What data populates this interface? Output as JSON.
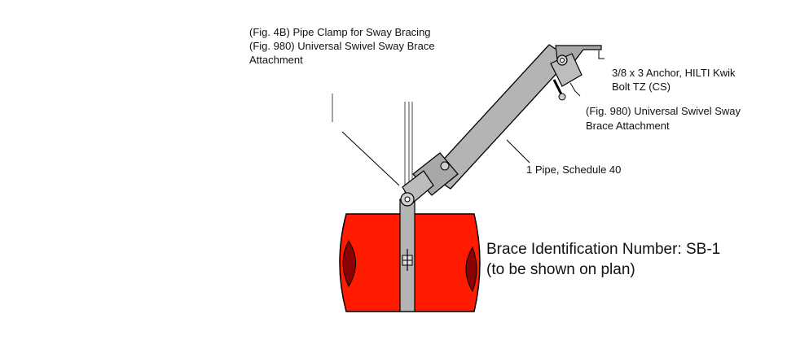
{
  "labels": {
    "clamp_title": "(Fig. 4B) Pipe Clamp for Sway Bracing",
    "swivel_title_line1": "(Fig. 980) Universal Swivel Sway Brace",
    "swivel_title_line2": "Attachment",
    "anchor_line1": "3/8 x 3 Anchor, HILTI Kwik",
    "anchor_line2": "Bolt TZ (CS)",
    "swivel_right_line1": "(Fig. 980) Universal Swivel Sway",
    "swivel_right_line2": "Brace Attachment",
    "pipe_label": "1 Pipe, Schedule 40",
    "brace_id_line1": "Brace Identification Number: SB-1",
    "brace_id_line2": "(to be shown on plan)"
  },
  "colors": {
    "pipe_red": "#ff1a00",
    "pipe_end_dark": "#8b0000",
    "steel": "#b4b4b4",
    "outline": "#000000"
  }
}
